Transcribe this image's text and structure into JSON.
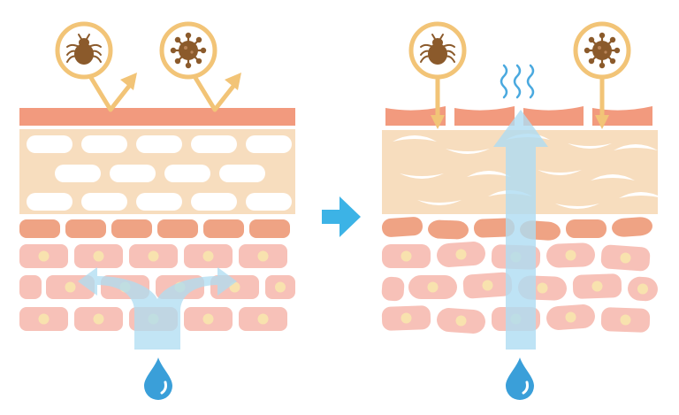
{
  "colors": {
    "barrier": "#F29A7E",
    "corneum": "#F7DDBE",
    "lipid": "#FFFFFF",
    "cell": "#F7C1B8",
    "basal": "#EFA384",
    "nucleus": "#F8E2AE",
    "badge_ring": "#F2C477",
    "allergen": "#8B5A2B",
    "arrow_orange": "#F2C477",
    "water_flow": "#AEDCF2",
    "water_drop": "#3A9FD9",
    "transition_arrow": "#3CB3E6"
  },
  "icons": {
    "mite": "dust-mite-icon",
    "germ": "germ-icon",
    "drop": "water-drop-icon",
    "vapor": "evaporation-icon",
    "transition": "right-arrow-icon"
  },
  "panels": [
    {
      "state": "healthy",
      "allergens": "blocked",
      "moisture": "retained"
    },
    {
      "state": "damaged",
      "allergens": "penetrating",
      "moisture": "escaping"
    }
  ]
}
